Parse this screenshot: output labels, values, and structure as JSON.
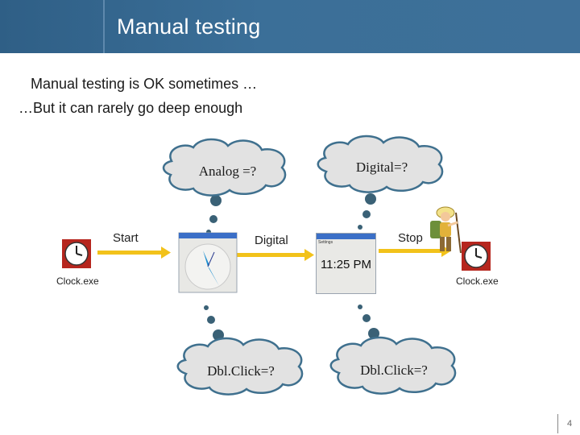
{
  "slide": {
    "title": "Manual testing",
    "line1": "Manual testing is OK sometimes …",
    "line2": "…But it can rarely go deep enough",
    "page_number": "4"
  },
  "diagram": {
    "clouds": {
      "analog": "Analog =?",
      "digital": "Digital=?",
      "dblclick_left": "Dbl.Click=?",
      "dblclick_right": "Dbl.Click=?"
    },
    "labels": {
      "start": "Start",
      "digital": "Digital",
      "stop": "Stop",
      "clock_left": "Clock.exe",
      "clock_right": "Clock.exe",
      "time": "11:25 PM",
      "win_title": "Clock",
      "win_menu": "Settings"
    },
    "colors": {
      "arrow": "#f2c21a",
      "dot": "#3a6176",
      "cloud": "#3f708e"
    }
  }
}
